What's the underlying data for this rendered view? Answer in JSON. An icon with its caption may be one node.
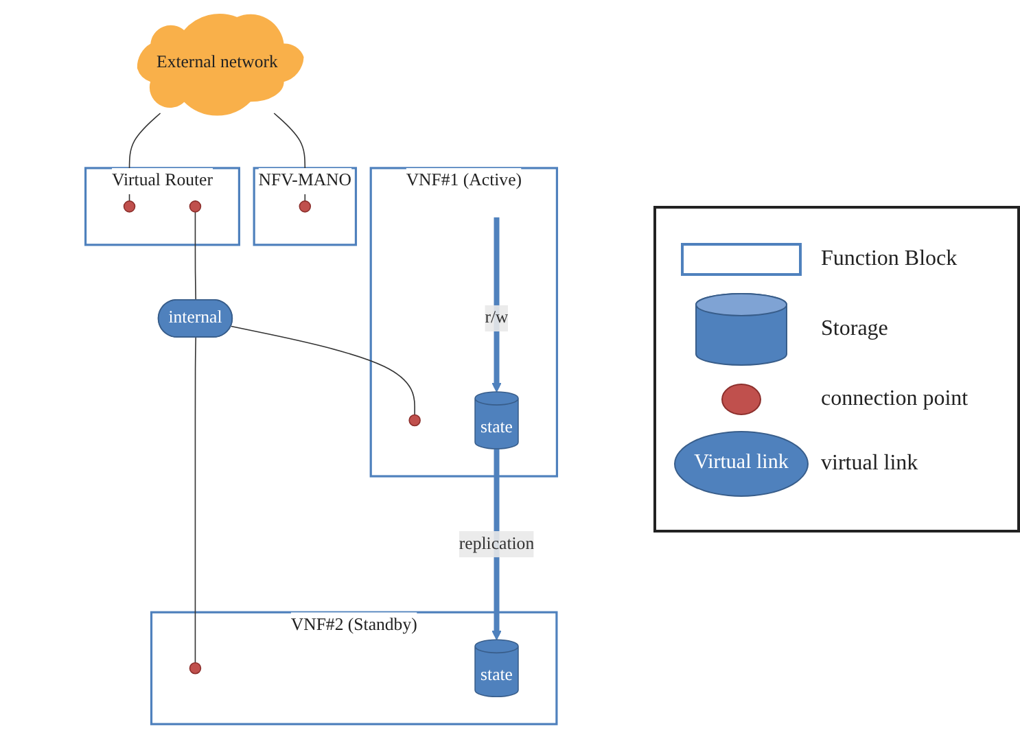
{
  "diagram": {
    "nodes": [
      {
        "text": [
          "External network"
        ]
      },
      {
        "text": [
          "Virtual Router"
        ]
      },
      {
        "text": [],
        "shape": "circle",
        "in": 1
      },
      {
        "text": [],
        "shape": "circle",
        "in": 1
      },
      {
        "text": [
          "NFV-MANO"
        ]
      },
      {
        "text": [],
        "shape": "circle",
        "in": 4
      },
      {
        "text": [
          "internal"
        ]
      },
      {
        "text": [
          "VNF#1 (Active)"
        ]
      },
      {
        "text": [],
        "shape": "circle",
        "in": 7
      },
      {
        "text": [
          "state"
        ],
        "in": 7
      },
      {
        "text": [
          "VNF#2 (Standby)"
        ]
      },
      {
        "text": [],
        "shape": "circle",
        "in": 10
      },
      {
        "text": [
          "state"
        ],
        "in": 10
      }
    ],
    "edges": [
      {
        "from": 0,
        "to": 2,
        "arrow": "none"
      },
      {
        "from": 0,
        "to": 5,
        "arrow": "none"
      },
      {
        "from": 3,
        "to": 6,
        "arrow": "none"
      },
      {
        "from": 6,
        "to": 8,
        "arrow": "none"
      },
      {
        "from": 6,
        "to": 11,
        "arrow": "none"
      },
      {
        "from": null,
        "to": 9,
        "arrow": "to",
        "label": "r/w",
        "style": "thick",
        "color": "#4f81bd"
      },
      {
        "from": 9,
        "to": 12,
        "arrow": "to",
        "label": "replication",
        "style": "thick",
        "color": "#4f81bd"
      }
    ],
    "labels": [
      "Virtual link"
    ],
    "legend": [
      {
        "text": "Function Block"
      },
      {
        "text": "Storage"
      },
      {
        "text": "connection point"
      },
      {
        "text": "virtual link"
      }
    ]
  }
}
